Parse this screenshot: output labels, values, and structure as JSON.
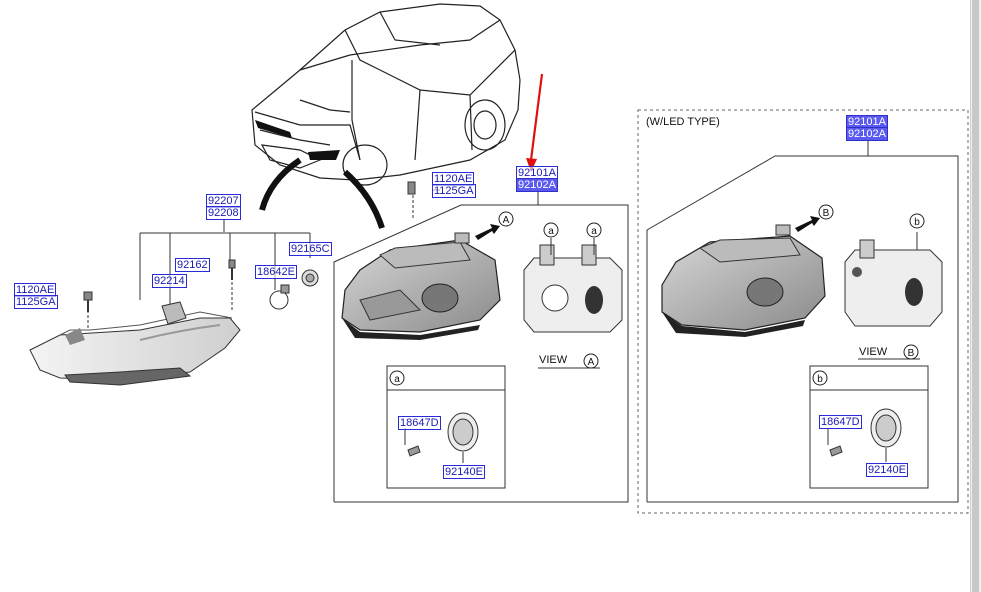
{
  "labels": {
    "p92207": "92207",
    "p92208": "92208",
    "p92162": "92162",
    "p92214": "92214",
    "p18642E": "18642E",
    "p92165C": "92165C",
    "p1120AE_left": "1120AE",
    "p1125GA_left": "1125GA",
    "p1120AE_mid": "1120AE",
    "p1125GA_mid": "1125GA",
    "p92101A_main": "92101A",
    "p92102A_main": "92102A",
    "p18647D_a": "18647D",
    "p92140E_a": "92140E",
    "p92101A_led": "92101A",
    "p92102A_led": "92102A",
    "p18647D_b": "18647D",
    "p92140E_b": "92140E"
  },
  "callouts": {
    "A": "A",
    "B": "B",
    "a": "a",
    "b": "b"
  },
  "text": {
    "view_a": "VIEW",
    "view_b": "VIEW",
    "led_type": "(W/LED TYPE)"
  },
  "colors": {
    "label_border": "#2a2ad8",
    "label_selected_bg": "#5a5af0",
    "arrow_red": "#e01010"
  }
}
